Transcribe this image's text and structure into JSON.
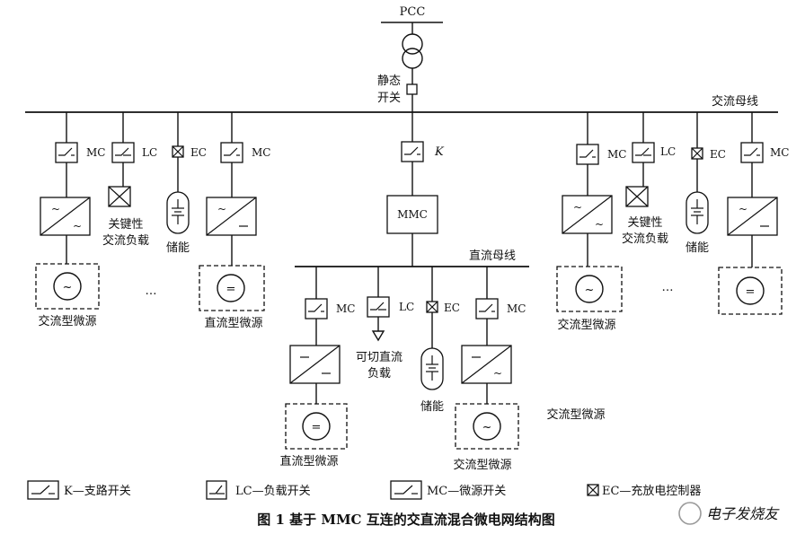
{
  "diagram": {
    "pcc_label": "PCC",
    "static_switch_label": [
      "静态",
      "开关"
    ],
    "ac_bus_label": "交流母线",
    "dc_bus_label": "直流母线",
    "k_label": "K",
    "mmc_label": "MMC",
    "mc_label": "MC",
    "lc_label": "LC",
    "ec_label": "EC",
    "critical_ac_load_label": [
      "关键性",
      "交流负载"
    ],
    "storage_label": "储能",
    "ac_microsource_label": "交流型微源",
    "dc_microsource_label": "直流型微源",
    "switchable_dc_load_label": [
      "可切直流",
      "负载"
    ],
    "ellipsis": "…",
    "ac_source_symbol": "~",
    "dc_source_symbol": "="
  },
  "legend": {
    "k_item": "K—支路开关",
    "lc_item": "LC—负载开关",
    "mc_item": "MC—微源开关",
    "ec_item": "EC—充放电控制器"
  },
  "caption": "图 1   基于 MMC 互连的交直流混合微电网结构图",
  "watermark": "电子发烧友"
}
